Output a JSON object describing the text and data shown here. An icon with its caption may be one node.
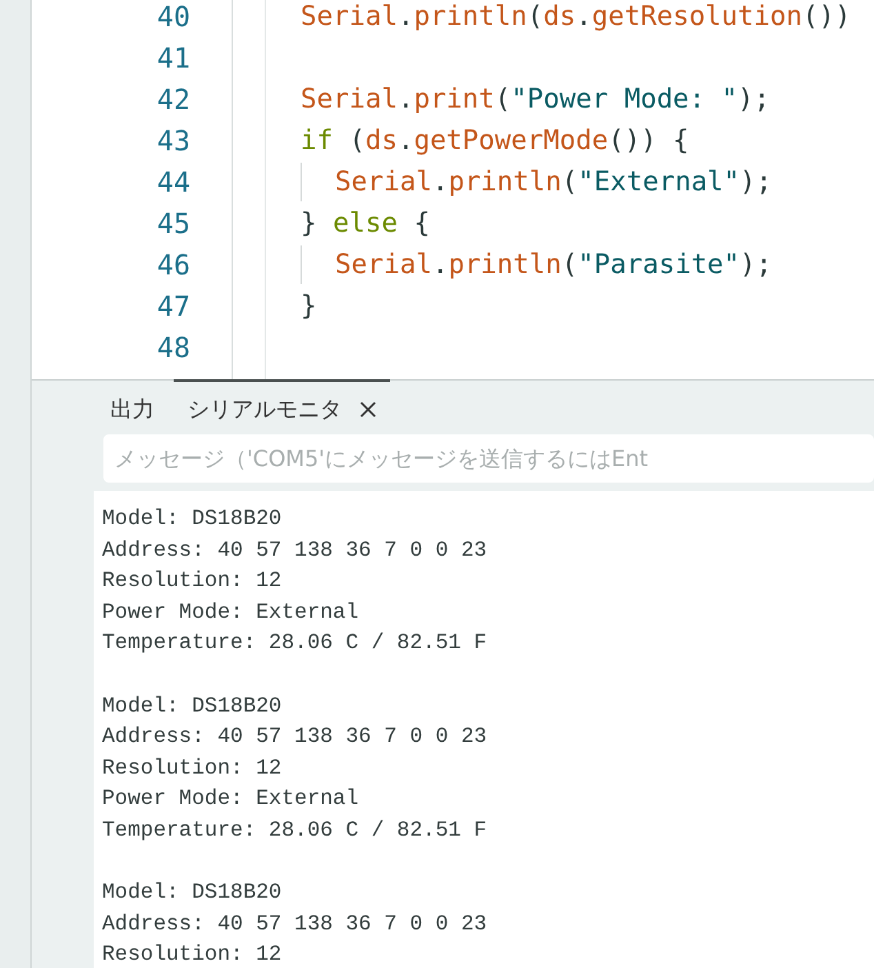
{
  "diagram": {
    "labels": [
      "40",
      "Serial.println(ds.getResolution())",
      "41",
      "42",
      "Serial.print(\"Power Mode: \");",
      "43",
      "if (ds.getPowerMode()) {",
      "44",
      "Serial.println(\"External\");",
      "45",
      "} else {",
      "46",
      "Serial.println(\"Parasite\");",
      "47",
      "}",
      "48",
      "出力",
      "シリアルモニタ",
      "メッセージ（'COM5'にメッセージを送信するにはEnt",
      "Model: DS18B20",
      "Address: 40 57 138 36 7 0 0 23",
      "Resolution: 12",
      "Power Mode: External",
      "Temperature: 28.06 C / 82.51 F",
      "Model: DS18B20",
      "Address: 40 57 138 36 7 0 0 23",
      "Resolution: 12",
      "Power Mode: External",
      "Temperature: 28.06 C / 82.51 F",
      "Model: DS18B20",
      "Address: 40 57 138 36 7 0 0 23",
      "Resolution: 12"
    ]
  }
}
